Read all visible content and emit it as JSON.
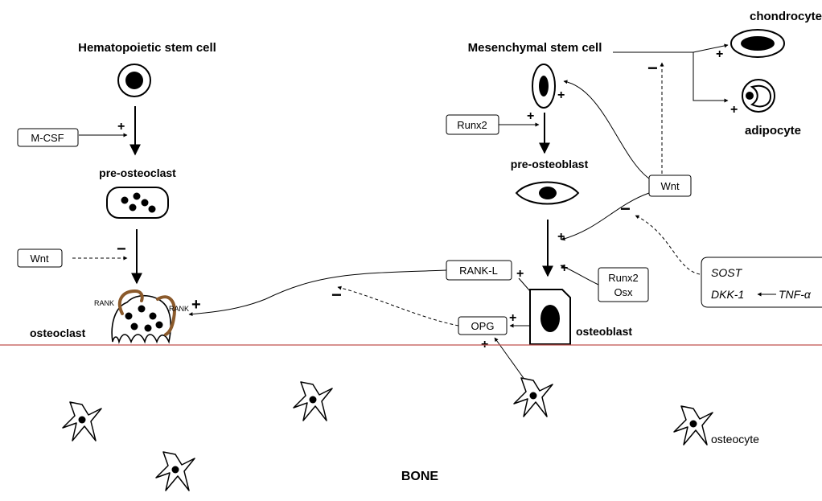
{
  "cells": {
    "hsc": "Hematopoietic stem cell",
    "pre_osteoclast": "pre-osteoclast",
    "osteoclast": "osteoclast",
    "msc": "Mesenchymal stem cell",
    "pre_osteoblast": "pre-osteoblast",
    "osteoblast": "osteoblast",
    "chondrocyte": "chondrocyte",
    "adipocyte": "adipocyte",
    "osteocyte": "osteocyte"
  },
  "receptors": {
    "rank_left": "RANK",
    "rank_right": "RANK"
  },
  "factors": {
    "mcsf": "M-CSF",
    "wnt_left": "Wnt",
    "wnt_right": "Wnt",
    "runx2_top": "Runx2",
    "runx2_osx_line1": "Runx2",
    "runx2_osx_line2": "Osx",
    "rankl": "RANK-L",
    "opg": "OPG",
    "sost": "SOST",
    "dkk1": "DKK-1",
    "tnf": "TNF-α"
  },
  "region": {
    "bone": "BONE"
  },
  "signs": {
    "plus": "+",
    "minus": "−"
  },
  "colors": {
    "bone_line": "#c0504d",
    "rank_receptor": "#8b5a2b"
  }
}
